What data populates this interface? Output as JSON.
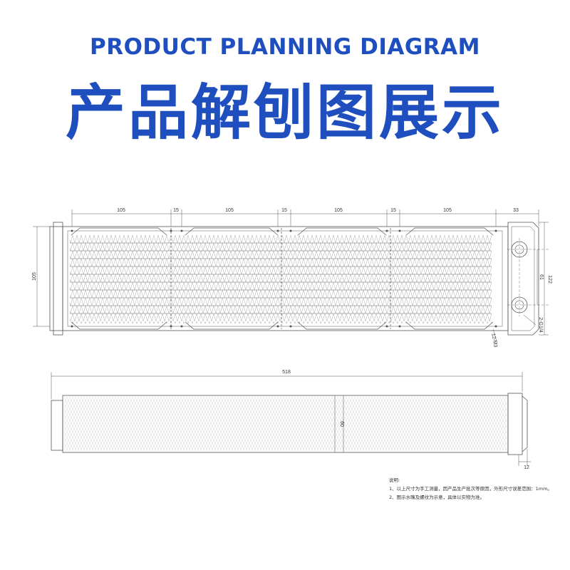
{
  "title_en": "PRODUCT PLANNING DIAGRAM",
  "title_cn": "产品解刨图展示",
  "top_view": {
    "segments": [
      "105",
      "15",
      "105",
      "15",
      "105",
      "15",
      "105",
      "33"
    ],
    "height_label": "105",
    "right_height": "122",
    "hole_spacing": "61",
    "thread_label": "2-G1/4",
    "screw_label": "12-M3"
  },
  "side_view": {
    "length_label": "518",
    "thickness_label": "60",
    "end_label": "12"
  },
  "notes": {
    "heading": "说明:",
    "line1": "1、以上尺寸为手工测量，因产品生产批次等原因，外形尺寸误差范围：1mm。",
    "line2": "2、图示水嘴及螺纹为示意，具体以实物为准。"
  },
  "colors": {
    "title": "#1f4fbf",
    "line": "#555555"
  }
}
